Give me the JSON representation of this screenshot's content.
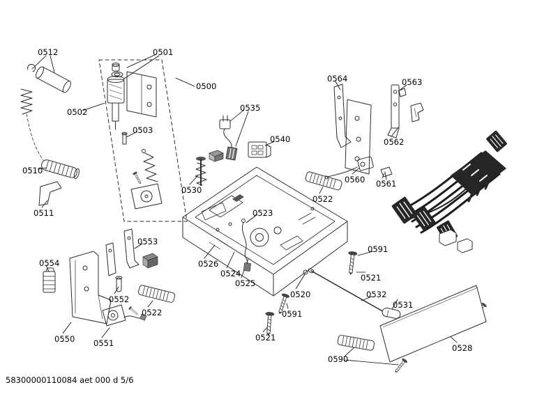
{
  "page": {
    "background": "#ffffff",
    "line_color": "#2b2b2b",
    "harness_color": "#1c1c1c",
    "footer": {
      "drawing_number": "58300000110084 aet 000 d 5/6"
    }
  },
  "diagram": {
    "type": "exploded-parts-diagram",
    "labels": [
      {
        "text": "0512"
      },
      {
        "text": "0501"
      },
      {
        "text": "0500"
      },
      {
        "text": "0502"
      },
      {
        "text": "0503"
      },
      {
        "text": "0510"
      },
      {
        "text": "0511"
      },
      {
        "text": "0535"
      },
      {
        "text": "0540"
      },
      {
        "text": "0530"
      },
      {
        "text": "0564"
      },
      {
        "text": "0563"
      },
      {
        "text": "0562"
      },
      {
        "text": "0560"
      },
      {
        "text": "0561"
      },
      {
        "text": "0522"
      },
      {
        "text": "0523"
      },
      {
        "text": "0553"
      },
      {
        "text": "0554"
      },
      {
        "text": "0552"
      },
      {
        "text": "0522"
      },
      {
        "text": "0526"
      },
      {
        "text": "0524"
      },
      {
        "text": "0525"
      },
      {
        "text": "0520"
      },
      {
        "text": "0591"
      },
      {
        "text": "0521"
      },
      {
        "text": "0532"
      },
      {
        "text": "0531"
      },
      {
        "text": "0528"
      },
      {
        "text": "0590"
      },
      {
        "text": "0550"
      },
      {
        "text": "0551"
      },
      {
        "text": "0591"
      },
      {
        "text": "0521"
      }
    ]
  }
}
